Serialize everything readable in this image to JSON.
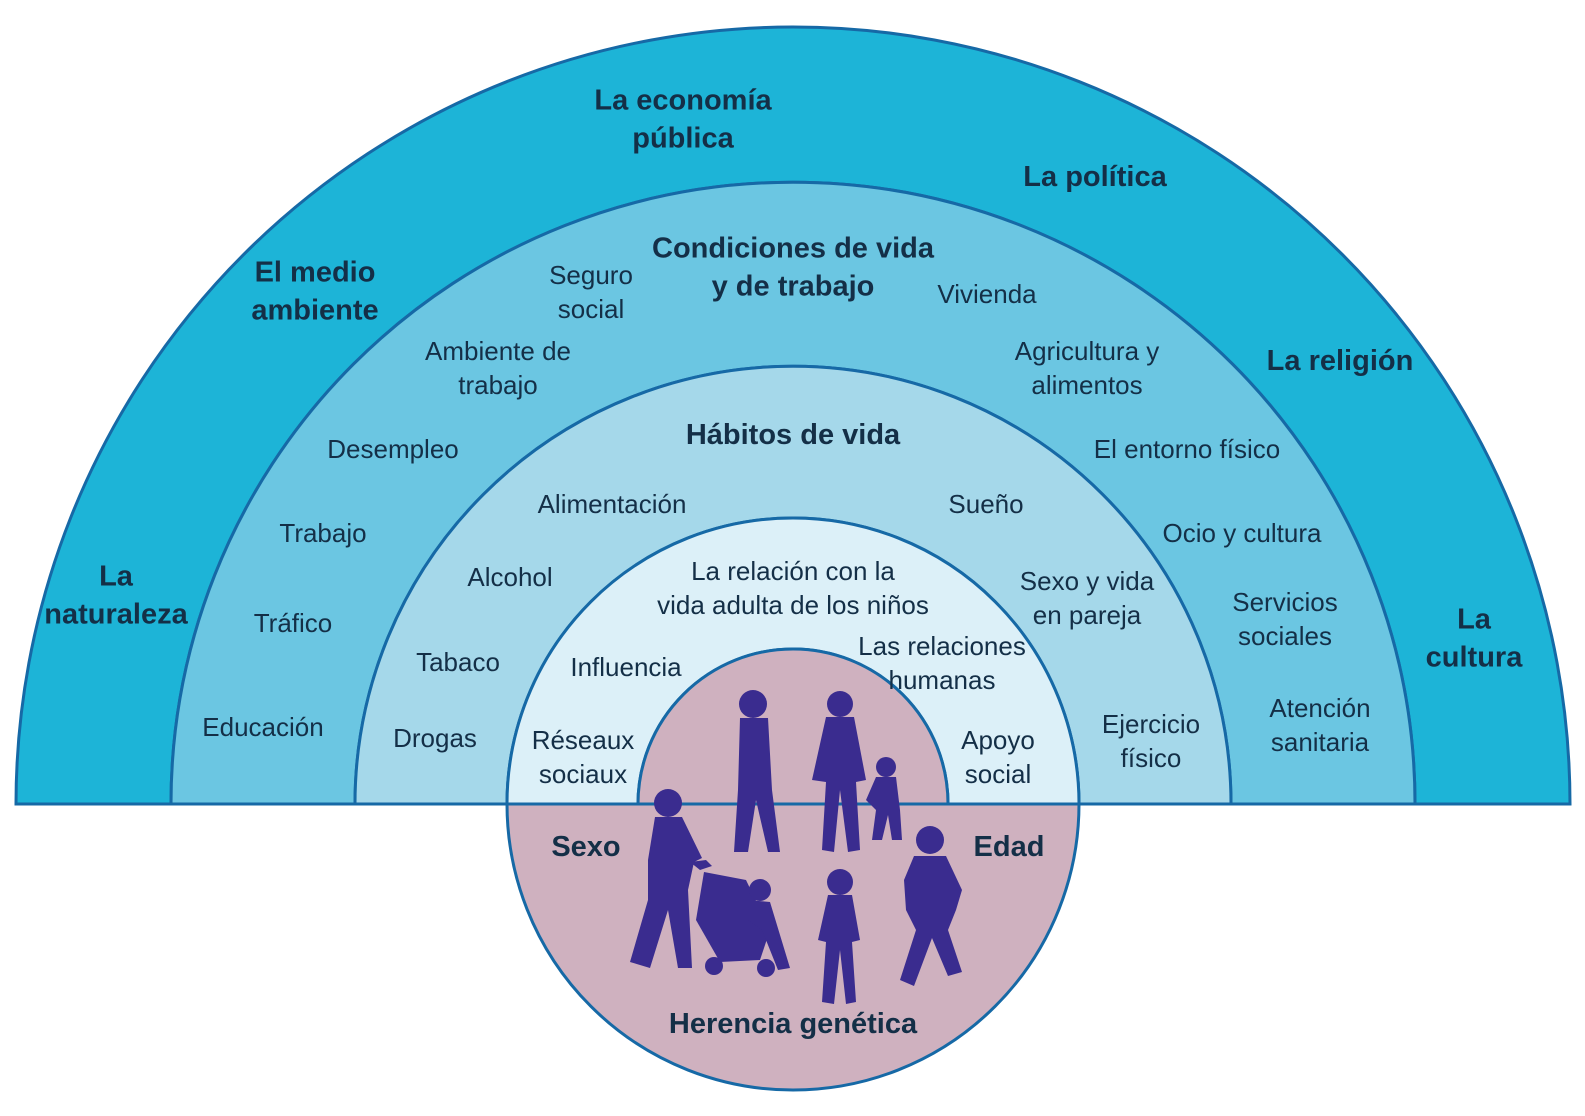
{
  "colors": {
    "outer": "#1db4d7",
    "ring2": "#6bc6e2",
    "ring3": "#a5d8ea",
    "ring4": "#dcf0f8",
    "core": "#cfb1bf",
    "stroke": "#1669a6",
    "silhouette": "#3a2c8f",
    "text": "#142f47"
  },
  "diagram": {
    "outer_layer": {
      "labels": {
        "economia": "La economía\npública",
        "politica": "La política",
        "medio": "El medio\nambiente",
        "religion": "La religión",
        "naturaleza": "La\nnaturaleza",
        "cultura": "La cultura"
      }
    },
    "living_conditions": {
      "title": "Condiciones de vida\ny de trabajo",
      "items": {
        "seguro": "Seguro\nsocial",
        "vivienda": "Vivienda",
        "ambiente": "Ambiente de\ntrabajo",
        "agricultura": "Agricultura y\nalimentos",
        "desempleo": "Desempleo",
        "entorno": "El entorno físico",
        "trabajo": "Trabajo",
        "ocio": "Ocio y cultura",
        "trafico": "Tráfico",
        "servicios": "Servicios\nsociales",
        "educacion": "Educación",
        "atencion": "Atención\nsanitaria"
      }
    },
    "lifestyle": {
      "title": "Hábitos de vida",
      "items": {
        "alimentacion": "Alimentación",
        "sueno": "Sueño",
        "alcohol": "Alcohol",
        "sexo_vida": "Sexo y vida\nen pareja",
        "tabaco": "Tabaco",
        "drogas": "Drogas",
        "ejercicio": "Ejercicio\nfísico"
      }
    },
    "social_networks": {
      "items": {
        "relacion": "La relación con la\nvida adulta de los niños",
        "influencia": "Influencia",
        "relaciones": "Las relaciones\nhumanas",
        "reseaux": "Réseaux\nsociaux",
        "apoyo": "Apoyo\nsocial"
      }
    },
    "core": {
      "sexo": "Sexo",
      "edad": "Edad",
      "herencia": "Herencia genética",
      "figures": [
        "man-walking",
        "woman-walking",
        "child-walking",
        "man-with-stroller",
        "child-in-stroller",
        "woman-standing",
        "older-woman-walking"
      ]
    }
  }
}
